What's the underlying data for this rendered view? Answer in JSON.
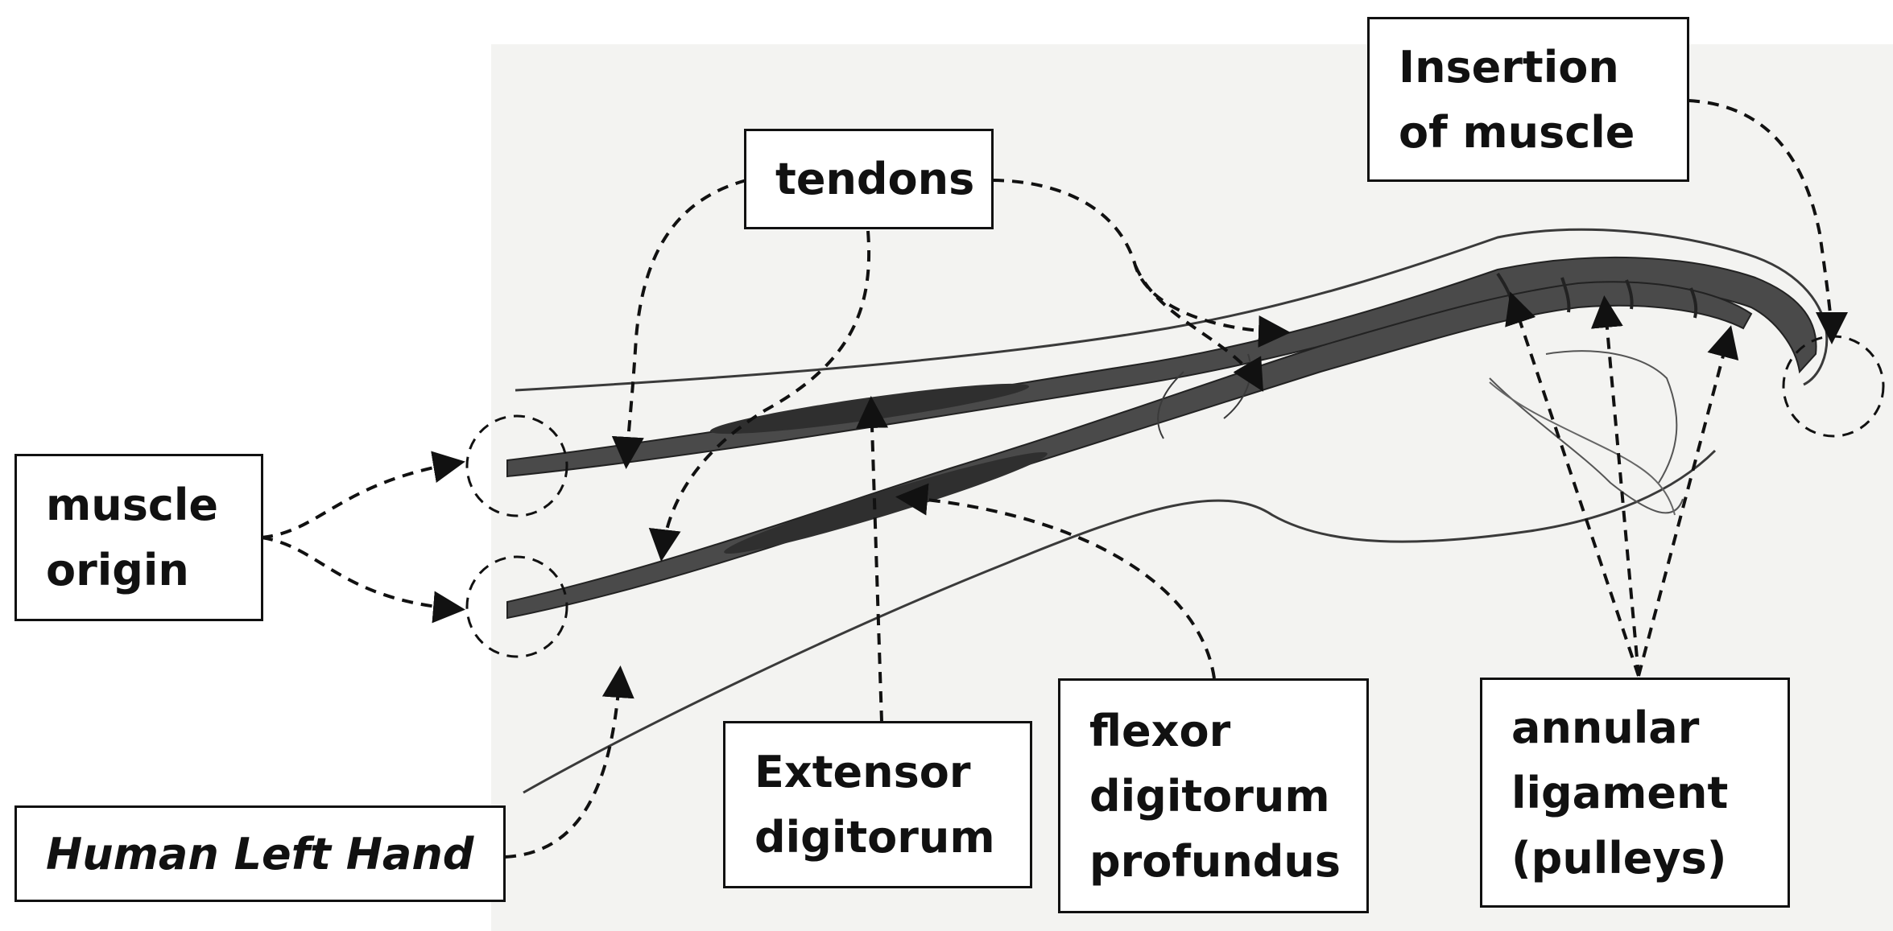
{
  "labels": {
    "insertion": [
      "Insertion",
      "of muscle"
    ],
    "tendons": "tendons",
    "muscle_origin": [
      "muscle",
      "origin"
    ],
    "human_left_hand": "Human Left Hand",
    "extensor": [
      "Extensor",
      "digitorum"
    ],
    "flexor": [
      "flexor",
      "digitorum",
      "profundus"
    ],
    "annular": [
      "annular",
      "ligament",
      "(pulleys)"
    ]
  },
  "colors": {
    "ink": "#111111",
    "sketch_line": "#3a3a3a",
    "tendon_fill": "#4a4a4a",
    "paper": "#f3f3f1",
    "background": "#ffffff"
  }
}
